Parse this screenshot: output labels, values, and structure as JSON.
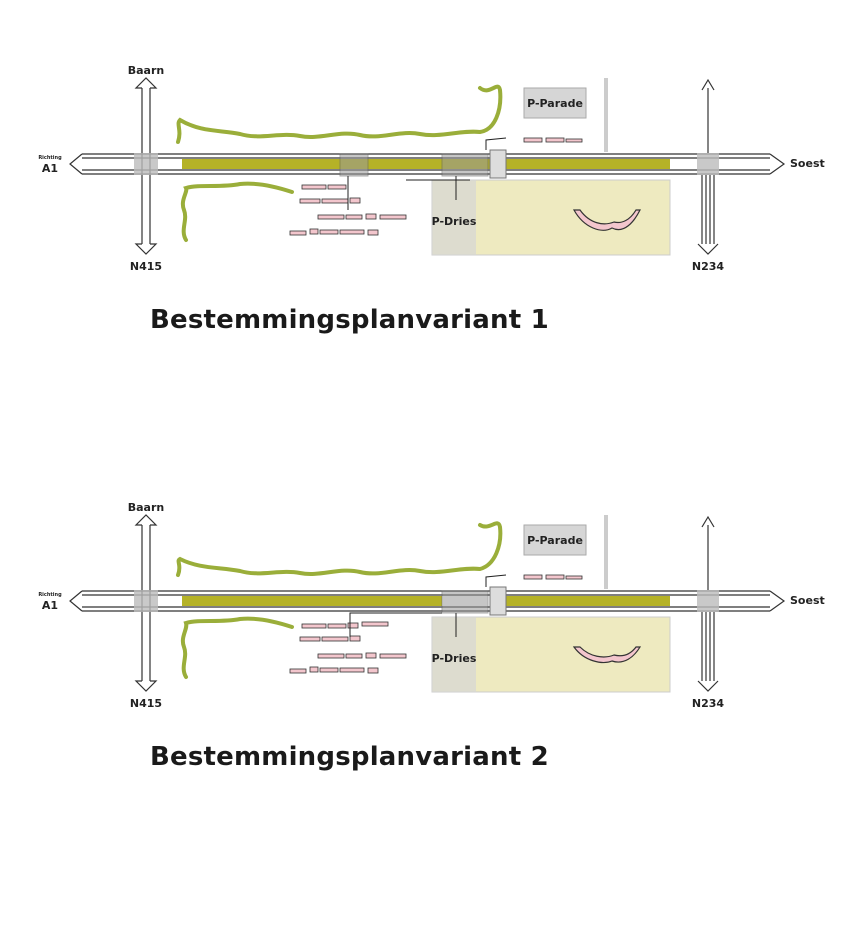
{
  "variants": [
    {
      "title": "Bestemmingsplanvariant 1",
      "labels": {
        "north": "Baarn",
        "west_small": "Richting",
        "west": "A1",
        "south_west": "N415",
        "east": "Soest",
        "south_east": "N234",
        "parking_north": "P-Parade",
        "parking_south": "P-Dries"
      }
    },
    {
      "title": "Bestemmingsplanvariant 2",
      "labels": {
        "north": "Baarn",
        "west_small": "Richting",
        "west": "A1",
        "south_west": "N415",
        "east": "Soest",
        "south_east": "N234",
        "parking_north": "P-Parade",
        "parking_south": "P-Dries"
      }
    }
  ],
  "colors": {
    "rail_fill": "#b5b227",
    "area_fill": "#eeeac0",
    "green_line": "#9aae3a",
    "building": "#f3c6cd",
    "parking": "#d6d6d6"
  }
}
